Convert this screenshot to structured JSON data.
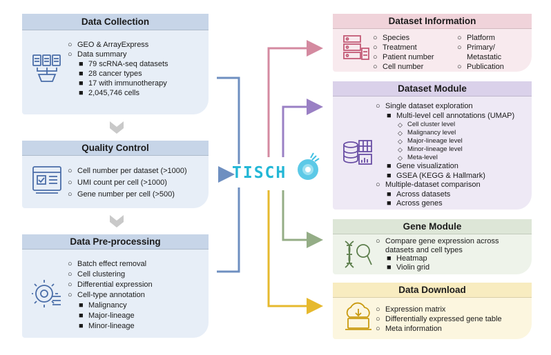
{
  "logo": {
    "text": "TISCH"
  },
  "colors": {
    "left_header": "#c7d5e8",
    "left_body": "#e7eef7",
    "info_header": "#f0d3da",
    "info_body": "#f8eaee",
    "module_header": "#dad1ea",
    "module_body": "#eee9f5",
    "gene_header": "#dde6d7",
    "gene_body": "#eef3ea",
    "download_header": "#f8ecc0",
    "download_body": "#fcf6df",
    "line_blue": "#6e8fc0",
    "line_pink": "#d48aa0",
    "line_purple": "#9a80c4",
    "line_green": "#94ad86",
    "line_gold": "#e6b92e",
    "chevron": "#c9c9c9"
  },
  "data_collection": {
    "title": "Data Collection",
    "items": [
      "GEO & ArrayExpress",
      "Data summary"
    ],
    "sub_items": [
      "79 scRNA-seq datasets",
      "28 cancer types",
      "17 with immunotherapy",
      "2,045,746 cells"
    ]
  },
  "quality_control": {
    "title": "Quality Control",
    "items": [
      "Cell number per dataset (>1000)",
      "UMI count per cell (>1000)",
      "Gene number per cell (>500)"
    ]
  },
  "preprocessing": {
    "title": "Data Pre-processing",
    "items": [
      "Batch effect removal",
      "Cell clustering",
      "Differential expression",
      "Cell-type annotation"
    ],
    "sub_items": [
      "Malignancy",
      "Major-lineage",
      "Minor-lineage"
    ]
  },
  "dataset_information": {
    "title": "Dataset Information",
    "col1": [
      "Species",
      "Treatment",
      "Patient number",
      "Cell number"
    ],
    "col2": [
      "Platform",
      "Primary/",
      "Metastatic",
      "Publication"
    ]
  },
  "dataset_module": {
    "title": "Dataset Module",
    "item1": "Single dataset exploration",
    "sub1": "Multi-level cell annotations (UMAP)",
    "levels": [
      "Cell cluster level",
      "Malignancy level",
      "Major-lineage level",
      "Minor-lineage level",
      "Meta-level"
    ],
    "sub2": "Gene visualization",
    "sub3": "GSEA (KEGG & Hallmark)",
    "item2": "Multiple-dataset comparison",
    "sub4": "Across datasets",
    "sub5": "Across genes"
  },
  "gene_module": {
    "title": "Gene Module",
    "item1_line1": "Compare gene expression across",
    "item1_line2": "datasets and cell types",
    "subs": [
      "Heatmap",
      "Violin grid"
    ]
  },
  "data_download": {
    "title": "Data Download",
    "items": [
      "Expression matrix",
      "Differentially expressed gene table",
      "Meta information"
    ]
  },
  "glyphs": {
    "circle": "○",
    "square": "■",
    "diamond": "◇"
  }
}
